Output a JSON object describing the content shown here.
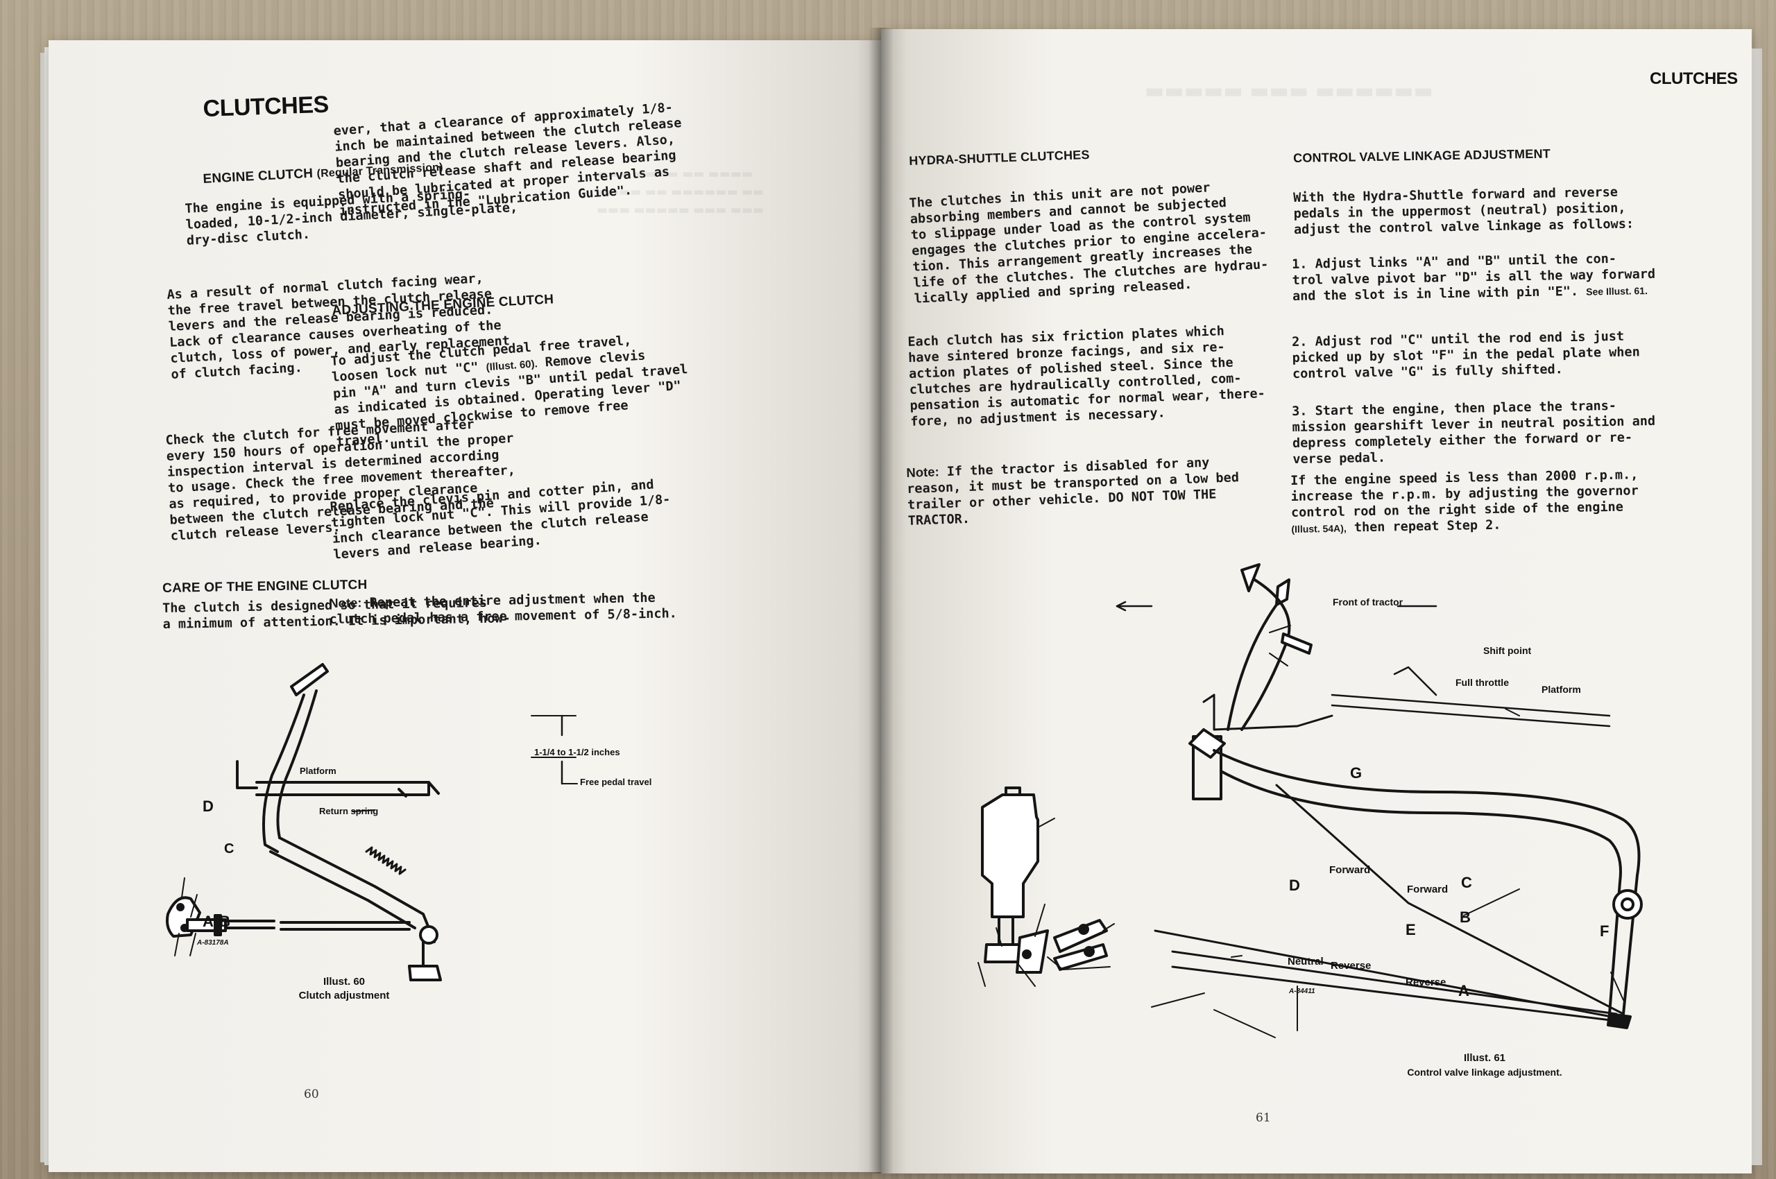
{
  "left_page": {
    "header": "CLUTCHES",
    "engine_clutch_heading": "ENGINE CLUTCH",
    "engine_clutch_heading_sub": "(Regular Transmission)",
    "para_intro": "The engine is equipped with a spring-\nloaded, 10-1/2-inch diameter, single-plate,\ndry-disc clutch.",
    "para_wear": "As a result of normal clutch facing wear,\nthe free travel between the clutch release\nlevers and the release bearing is reduced.\nLack of clearance causes overheating of the\nclutch, loss of power, and early replacement\nof clutch facing.",
    "para_check": "Check the clutch for free movement after\nevery 150 hours of operation until the proper\ninspection interval is determined according\nto usage. Check the free movement thereafter,\nas required, to provide proper clearance\nbetween the clutch release bearing and the\nclutch release levers.",
    "care_heading": "CARE OF THE ENGINE CLUTCH",
    "para_care": "The clutch is designed so that it requires\na minimum of attention. It is important, how-",
    "para_cont": "ever, that a clearance of approximately 1/8-\ninch be maintained between the clutch release\nbearing and the clutch release levers. Also,\nthe clutch release shaft and release bearing\nshould be lubricated at proper intervals as\ninstructed in the \"Lubrication Guide\".",
    "adjusting_heading": "ADJUSTING THE ENGINE CLUTCH",
    "para_adjust_a": "To adjust the clutch pedal free travel,\nloosen lock nut \"C\" ",
    "para_adjust_ref": "(Illust. 60).",
    "para_adjust_b": " Remove clevis\npin \"A\" and turn clevis \"B\" until pedal travel\nas indicated is obtained. Operating lever \"D\"\nmust be moved clockwise to remove free\ntravel.",
    "para_replace": "Replace the clevis pin and cotter pin, and\ntighten lock nut \"C\". This will provide 1/8-\ninch clearance between the clutch release\nlevers and release bearing.",
    "note_label": "Note:",
    "note_text": " Repeat the entire adjustment when the\nclutch pedal has a free movement of 5/8-inch.",
    "figure": {
      "dim_label": "1-1/4 to 1-1/2 inches",
      "free_pedal": "Free pedal travel",
      "platform": "Platform",
      "return_spring": "Return spring",
      "letter_d": "D",
      "letter_c": "C",
      "letter_a": "A",
      "letter_b": "B",
      "code": "A-83178A",
      "caption_num": "Illust. 60",
      "caption_title": "Clutch adjustment"
    },
    "page_number": "60"
  },
  "right_page": {
    "header": "CLUTCHES",
    "hydra_heading": "HYDRA-SHUTTLE CLUTCHES",
    "para_hydra": "The clutches in this unit are not power\nabsorbing members and cannot be subjected\nto slippage under load as the control system\nengages the clutches prior to engine accelera-\ntion. This arrangement greatly increases the\nlife of the clutches. The clutches are hydrau-\nlically applied and spring released.",
    "para_plates": "Each clutch has six friction plates which\nhave sintered bronze facings, and six re-\naction plates of polished steel. Since the\nclutches are hydraulically controlled, com-\npensation is automatic for normal wear, there-\nfore, no adjustment is necessary.",
    "note_label": "Note:",
    "note_text": " If the tractor is disabled for any\nreason, it must be transported on a low bed\ntrailer or other vehicle. DO NOT TOW THE\nTRACTOR.",
    "control_heading": "CONTROL VALVE LINKAGE ADJUSTMENT",
    "para_control": "With the Hydra-Shuttle forward and reverse\npedals in the uppermost (neutral) position,\nadjust the control valve linkage as follows:",
    "step1": "1. Adjust links \"A\" and \"B\" until the con-\ntrol valve pivot bar \"D\" is all the way forward\nand the slot is in line with pin \"E\". ",
    "step1_ref": "See Illust. 61.",
    "step2": "2. Adjust rod \"C\" until the rod end is just\npicked up by slot \"F\" in the pedal plate when\ncontrol valve \"G\" is fully shifted.",
    "step3": "3. Start the engine, then place the trans-\nmission gearshift lever in neutral position and\ndepress completely either the forward or re-\nverse pedal.",
    "para_speed_a": "If the engine speed is less than 2000 r.p.m.,\nincrease the r.p.m. by adjusting the governor\ncontrol rod on the right side of the engine\n",
    "para_speed_ref": "(Illust. 54A),",
    "para_speed_b": " then repeat Step 2.",
    "figure": {
      "front": "Front of tractor",
      "shift_point": "Shift point",
      "full_throttle": "Full throttle",
      "platform": "Platform",
      "letter_g": "G",
      "forward_top": "Forward",
      "forward_side": "Forward",
      "letter_d": "D",
      "letter_c": "C",
      "letter_b": "B",
      "letter_e": "E",
      "letter_f": "F",
      "letter_a": "A",
      "neutral": "Neutral",
      "reverse_mid": "Reverse",
      "reverse_low": "Reverse",
      "code": "A-84411",
      "caption_num": "Illust. 61",
      "caption_title": "Control valve linkage adjustment."
    },
    "page_number": "61"
  }
}
